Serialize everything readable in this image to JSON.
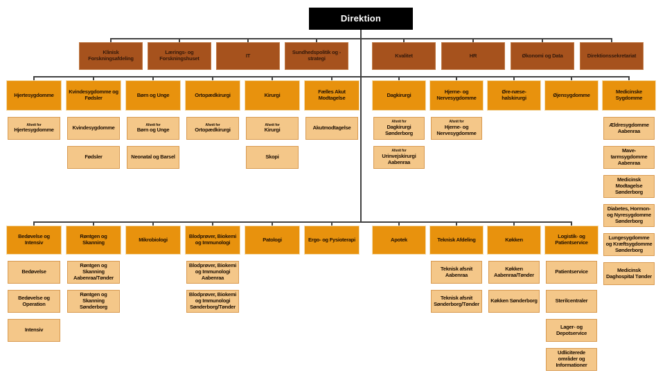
{
  "colors": {
    "executive_bg": "#000000",
    "executive_text": "#ffffff",
    "staff_bg": "#A6521D",
    "department_bg": "#E8920D",
    "unit_bg": "#F4C789",
    "unit_border": "#D8994F",
    "connector": "#404040"
  },
  "root": {
    "label": "Direktion"
  },
  "staff": [
    "Klinisk Forskningsafdeling",
    "Lærings- og Forskningshuset",
    "IT",
    "Sundhedspolitik og -strategi",
    "Kvalitet",
    "HR",
    "Økonomi og Data",
    "Direktionssekretariat"
  ],
  "clinical": [
    {
      "label": "Hjertesygdomme",
      "children": [
        {
          "pre": "Afsnit for",
          "label": "Hjertesygdomme"
        }
      ]
    },
    {
      "label": "Kvindesygdomme og Fødsler",
      "children": [
        {
          "label": "Kvindesygdomme"
        },
        {
          "label": "Fødsler"
        }
      ]
    },
    {
      "label": "Børn og Unge",
      "children": [
        {
          "pre": "Afsnit for",
          "label": "Børn og Unge"
        },
        {
          "label": "Neonatal og Barsel"
        }
      ]
    },
    {
      "label": "Ortopædkirurgi",
      "children": [
        {
          "pre": "Afsnit for",
          "label": "Ortopædkirurgi"
        }
      ]
    },
    {
      "label": "Kirurgi",
      "children": [
        {
          "pre": "Afsnit for",
          "label": "Kirurgi"
        },
        {
          "label": "Skopi"
        }
      ]
    },
    {
      "label": "Fælles Akut Modtagelse",
      "children": [
        {
          "label": "Akutmodtagelse"
        }
      ]
    },
    {
      "label": "Dagkirurgi",
      "children": [
        {
          "pre": "Afsnit for",
          "label": "Dagkirurgi Sønderborg"
        },
        {
          "pre": "Afsnit for",
          "label": "Urinvejskirurgi Aabenraa"
        }
      ]
    },
    {
      "label": "Hjerne- og Nervesygdomme",
      "children": [
        {
          "pre": "Afsnit for",
          "label": "Hjerne- og Nervesygdomme"
        }
      ]
    },
    {
      "label": "Øre-næse-halskirurgi",
      "children": []
    },
    {
      "label": "Øjensygdomme",
      "children": []
    },
    {
      "label": "Medicinske Sygdomme",
      "children": [
        {
          "label": "Ældresygdomme Aabenraa"
        },
        {
          "label": "Mave-tarmsygdomme Aabenraa"
        },
        {
          "label": "Medicinsk Modtagelse Sønderborg"
        },
        {
          "label": "Diabetes, Hormon- og Nyresygdomme Sønderborg"
        },
        {
          "label": "Lungesygdomme og Kræftsygdomme Sønderborg"
        },
        {
          "label": "Medicinsk Daghospital Tønder"
        }
      ]
    }
  ],
  "services": [
    {
      "label": "Bedøvelse og Intensiv",
      "children": [
        {
          "label": "Bedøvelse"
        },
        {
          "label": "Bedøvelse og Operation"
        },
        {
          "label": "Intensiv"
        }
      ]
    },
    {
      "label": "Røntgen og Skanning",
      "children": [
        {
          "label": "Røntgen og Skanning Aabenraa/Tønder"
        },
        {
          "label": "Røntgen og Skanning Sønderborg"
        }
      ]
    },
    {
      "label": "Mikrobiologi",
      "children": []
    },
    {
      "label": "Blodprøver, Biokemi og Immunologi",
      "children": [
        {
          "label": "Blodprøver, Biokemi og Immunologi Aabenraa"
        },
        {
          "label": "Blodprøver, Biokemi og Immunologi Sønderborg/Tønder"
        }
      ]
    },
    {
      "label": "Patologi",
      "children": []
    },
    {
      "label": "Ergo- og Fysioterapi",
      "children": []
    },
    {
      "label": "Apotek",
      "children": []
    },
    {
      "label": "Teknisk Afdeling",
      "children": [
        {
          "label": "Teknisk afsnit Aabenraa"
        },
        {
          "label": "Teknisk afsnit Sønderborg/Tønder"
        }
      ]
    },
    {
      "label": "Køkken",
      "children": [
        {
          "label": "Køkken Aabenraa/Tønder"
        },
        {
          "label": "Køkken Sønderborg"
        }
      ]
    },
    {
      "label": "Logistik- og Patientservice",
      "children": [
        {
          "label": "Patientservice"
        },
        {
          "label": "Sterilcentraler"
        },
        {
          "label": "Lager- og Depotservice"
        },
        {
          "label": "Udliciterede områder og Informationer"
        }
      ]
    }
  ]
}
